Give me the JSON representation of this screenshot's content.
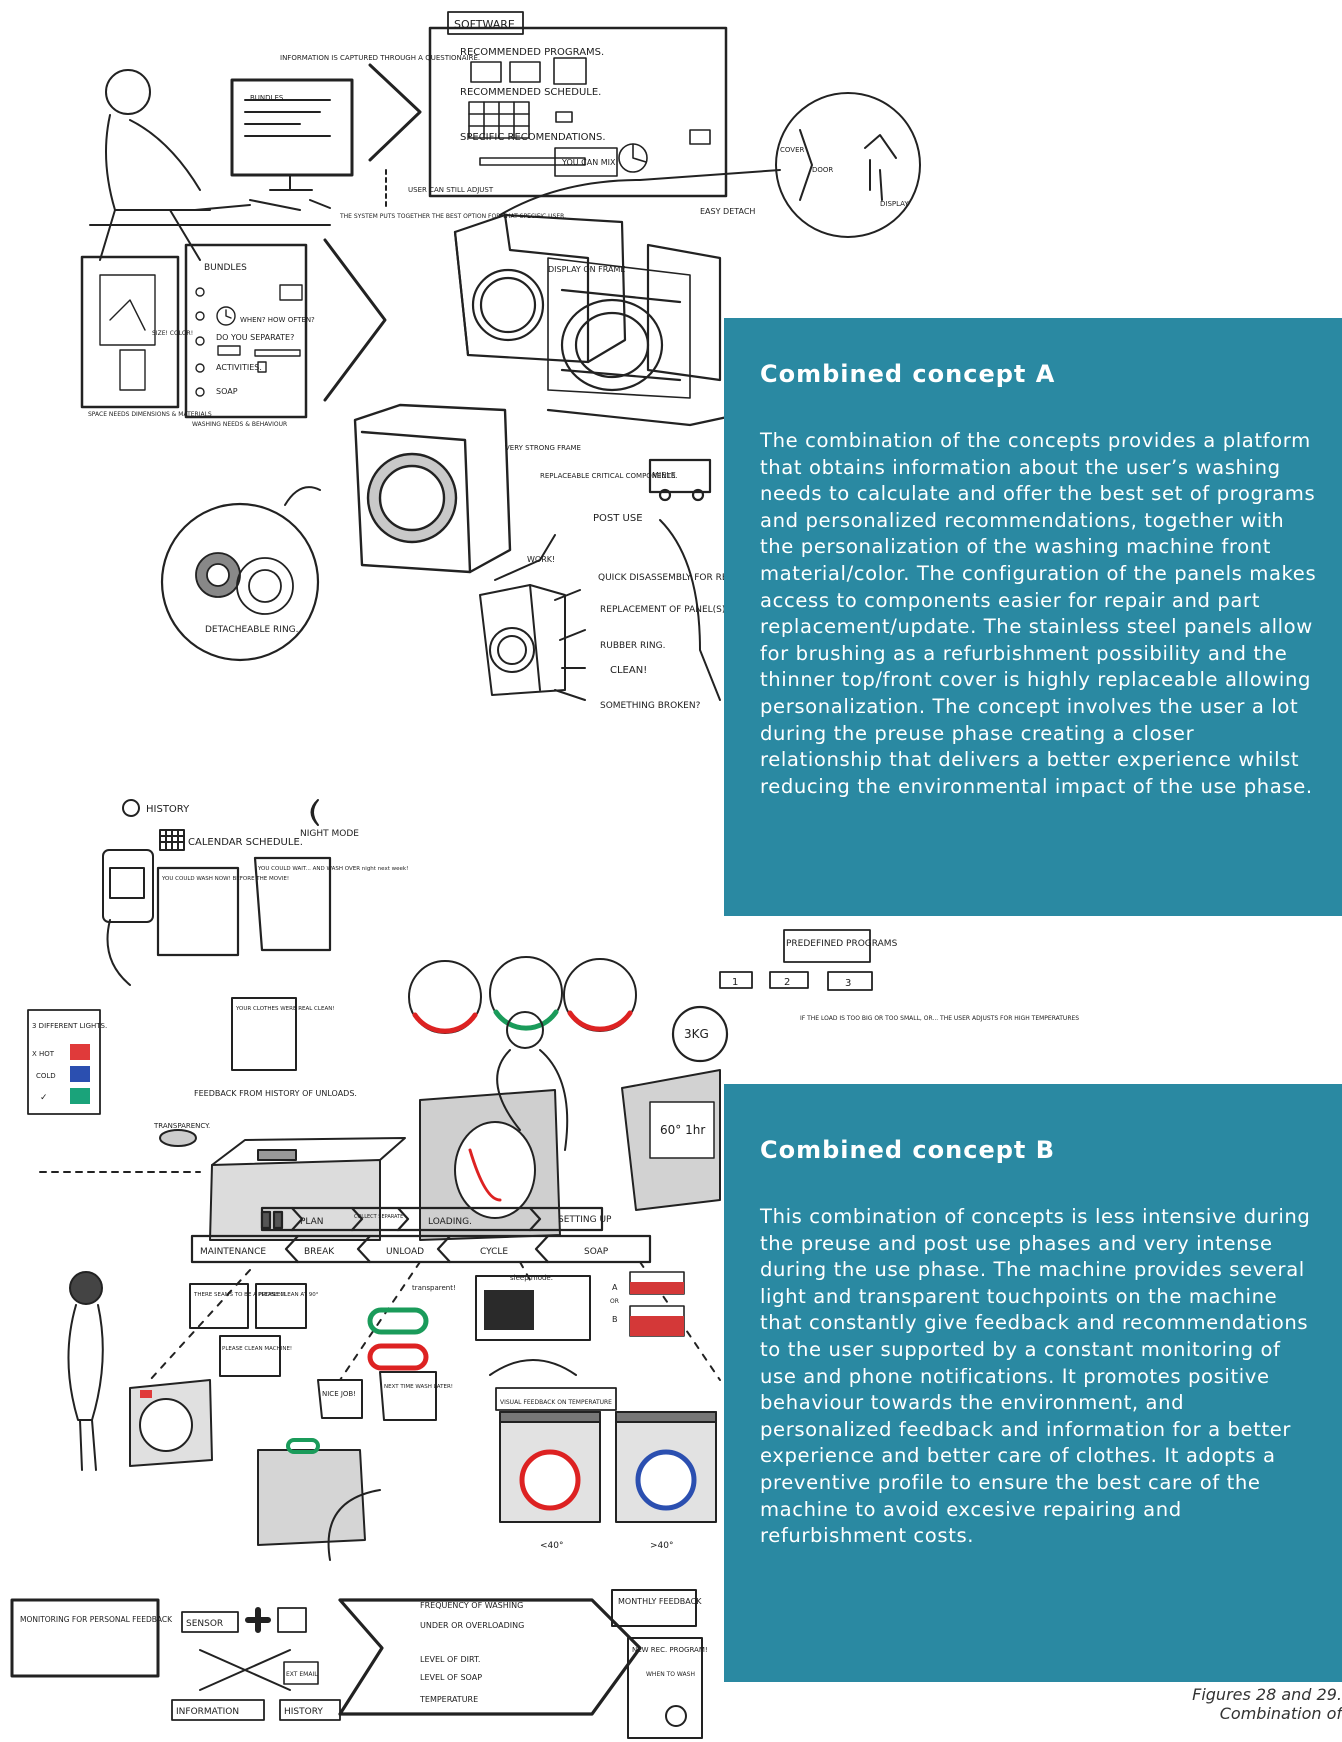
{
  "concept_a": {
    "title": "Combined concept A",
    "body": "The combination of the concepts provides a platform that obtains information about the user’s washing needs to calculate and offer the best set of programs and  personalized recommendations, together with the personalization of the washing machine front material/color. The configuration of the panels makes access to components easier for repair and part replacement/update. The stainless steel panels allow for brushing as a refurbishment possibility and the thinner top/front cover is highly replaceable allowing personalization.  The  concept involves the user a lot during the preuse phase creating a closer relationship that delivers a better experience whilst reducing the environmental impact of the use phase."
  },
  "concept_b": {
    "title": "Combined concept B",
    "body": "This combination of concepts is less intensive during the preuse and post use phases and very intense during the use phase. The machine provides several light and transparent touchpoints on the machine that constantly give feedback and recommendations to the user supported by a constant monitoring of use and phone notifications. It promotes positive behaviour towards the environment, and personalized feedback and information for a better experience and better care of clothes. It adopts a preventive profile to ensure the best care of the machine to avoid excesive repairing and refurbishment costs."
  },
  "caption": {
    "line1": "Figures 28 and 29.",
    "line2": "Combination of"
  },
  "sketch_a": {
    "software_label": "SOFTWARE",
    "recommended_programs": "RECOMMENDED PROGRAMS.",
    "recommended_schedule": "RECOMMENDED SCHEDULE.",
    "specific_recommendations": "SPECIFIC RECOMENDATIONS.",
    "you_can_mix": "YOU CAN MIX!",
    "info_captured": "INFORMATION IS CAPTURED THROUGH A QUESTIONAIRE.",
    "bundles": "BUNDLES",
    "system_puts": "THE SYSTEM PUTS TOGETHER THE BEST OPTION FOR THAT SPECIFIC USER.",
    "user_can_adjust": "USER CAN STILL ADJUST",
    "when": "WHEN? HOW OFTEN?",
    "separate": "DO YOU SEPARATE?",
    "activities": "ACTIVITIES.",
    "soap": "SOAP",
    "space_needs": "SPACE NEEDS DIMENSIONS & MATERIALS",
    "washing_needs": "WASHING NEEDS & BEHAVIOUR",
    "size_color": "SIZE! COLOR!",
    "display_on_frame": "DISPLAY ON FRAME",
    "easy_detach": "EASY DETACH",
    "cover": "COVER",
    "door": "DOOR",
    "display": "DISPLAY",
    "very_strong_frame": "VERY STRONG FRAME",
    "replaceable_critical": "REPLACEABLE CRITICAL COMPONENTS.",
    "miele": "MIELE",
    "post_use": "POST USE",
    "work": "WORK!",
    "quick_disassembly": "QUICK DISASSEMBLY FOR REPAIRS.",
    "replacement_panel": "REPLACEMENT OF PANEL(S)",
    "rubber_ring": "RUBBER RING.",
    "clean": "CLEAN!",
    "something_broken": "SOMETHING BROKEN?",
    "detachable_ring": "DETACHEABLE RING.",
    "history": "HISTORY",
    "calendar_schedule": "CALENDAR SCHEDULE.",
    "night_mode": "NIGHT MODE",
    "wash_now": "YOU COULD WASH NOW! BEFORE THE MOVIE!",
    "wait": "YOU COULD WAIT... AND WASH OVER night next week!"
  },
  "sketch_b": {
    "predefined_programs": "PREDEFINED PROGRAMS",
    "p1": "1",
    "p2": "2",
    "p3": "3",
    "weight": "3KG",
    "if_load": "IF THE LOAD IS TOO BIG OR TOO SMALL, OR... THE USER ADJUSTS FOR HIGH TEMPERATURES",
    "three_lights": "3 DIFFERENT LIGHTS.",
    "x_hot": "X HOT",
    "cold": "COLD",
    "check": "✓",
    "clothes_clean": "YOUR CLOTHES WERE REAL CLEAN!",
    "feedback_history": "FEEDBACK FROM HISTORY OF UNLOADS.",
    "transparency": "TRANSPARENCY.",
    "temp_display": "60° 1hr",
    "plan": "PLAN",
    "collect_separate": "COLLECT SEPARATE",
    "loading": "LOADING.",
    "setting_up": "SETTING UP",
    "maintenance": "MAINTENANCE",
    "break": "BREAK",
    "unload": "UNLOAD",
    "cycle": "CYCLE",
    "soap": "SOAP",
    "problem": "THERE SEAMS TO BE A PROBLEM",
    "clean_90": "PLEASE CLEAN AT 90°",
    "clean_machine": "PLEASE CLEAN MACHINE!",
    "transparent": "transparent!",
    "sleep_mode": "sleep mode.",
    "a": "A",
    "or": "OR",
    "b": "B",
    "nice_job": "NICE JOB!",
    "next_time": "NEXT TIME WASH LATER!",
    "visual_feedback": "VISUAL FEEDBACK ON TEMPERATURE",
    "lt40": "<40°",
    "gt40": ">40°",
    "monitoring": "MONITORING FOR PERSONAL FEEDBACK",
    "sensor": "SENSOR",
    "ext_email": "EXT EMAIL",
    "information": "INFORMATION",
    "history": "HISTORY",
    "freq": "FREQUENCY OF WASHING",
    "under_over": "UNDER OR OVERLOADING",
    "dirt": "LEVEL OF DIRT.",
    "soap_level": "LEVEL OF SOAP",
    "temperature": "TEMPERATURE",
    "monthly_feedback": "MONTHLY FEEDBACK",
    "new_program": "NEW REC. PROGRAM!",
    "when_to_wash": "WHEN TO WASH"
  }
}
